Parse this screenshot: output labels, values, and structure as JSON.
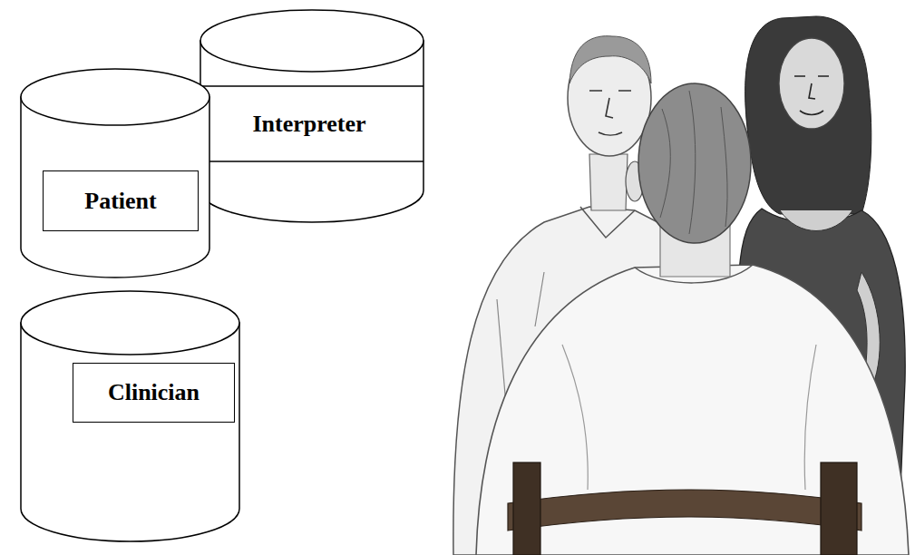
{
  "diagram": {
    "nodes": [
      {
        "text": [
          "Patient"
        ]
      },
      {
        "text": [
          "Interpreter"
        ]
      },
      {
        "text": [
          "Clinician"
        ]
      }
    ]
  }
}
